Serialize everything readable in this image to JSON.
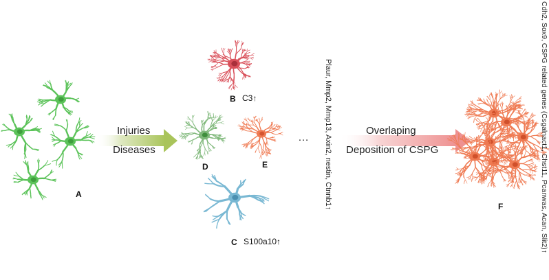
{
  "labels": {
    "A": "A",
    "B": "B",
    "C": "C",
    "D": "D",
    "E": "E",
    "F": "F"
  },
  "markers": {
    "B": "C3↑",
    "C": "S100a10↑"
  },
  "arrows": {
    "left_line1": "Injuries",
    "left_line2": "Diseases",
    "right_line1": "Overlaping",
    "right_line2": "Deposition of CSPG"
  },
  "ellipsis": "…",
  "vertical_genes_middle": "Plaur, Mmp2, Mmp13, Axin2, nestin, Ctnnb1↑",
  "vertical_genes_right": "Cdh2, Sox9, CSPG related genes (Csgalnact1, Chst11, Pcanwas, Acan, Slit2)↑",
  "colors": {
    "green": "#5cc35a",
    "green_dark": "#3f9e3d",
    "red": "#d9505a",
    "orange": "#ef7a52",
    "blue": "#79b8d3",
    "arrow_green": "#a9c86a",
    "arrow_pink": "#f09a9a"
  }
}
